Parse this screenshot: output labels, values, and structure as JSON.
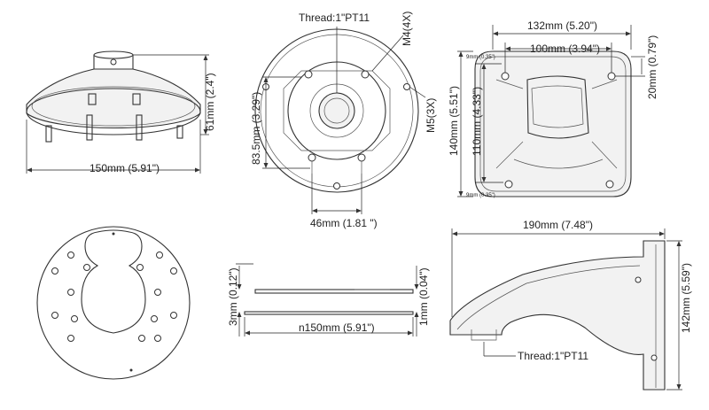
{
  "labels": {
    "top_left_width": "150mm (5.91\")",
    "top_left_height": "61mm (2.4\")",
    "top_center_thread": "Thread:1\"PT11",
    "top_center_m4": "M4(4X)",
    "top_center_m5": "M5(3X)",
    "top_center_height": "83.5mm (3.29\")",
    "top_center_width": "46mm (1.81 \")",
    "top_right_width_outer": "132mm (5.20\")",
    "top_right_width_inner": "100mm (3.94\")",
    "top_right_right": "20mm (0.79\")",
    "top_right_height_outer": "140mm (5.51\")",
    "top_right_height_inner": "110mm (4.33\")",
    "top_right_small_top": "9mm (0.35\")",
    "top_right_small_bottom": "9mm (0.35\")",
    "bottom_center_top": "3mm (0.12\")",
    "bottom_center_right": "1mm (0.04\")",
    "bottom_center_width": "n150mm (5.91\")",
    "bottom_right_width": "190mm (7.48\")",
    "bottom_right_height": "142mm (5.59\")",
    "bottom_right_thread": "Thread:1\"PT11"
  }
}
